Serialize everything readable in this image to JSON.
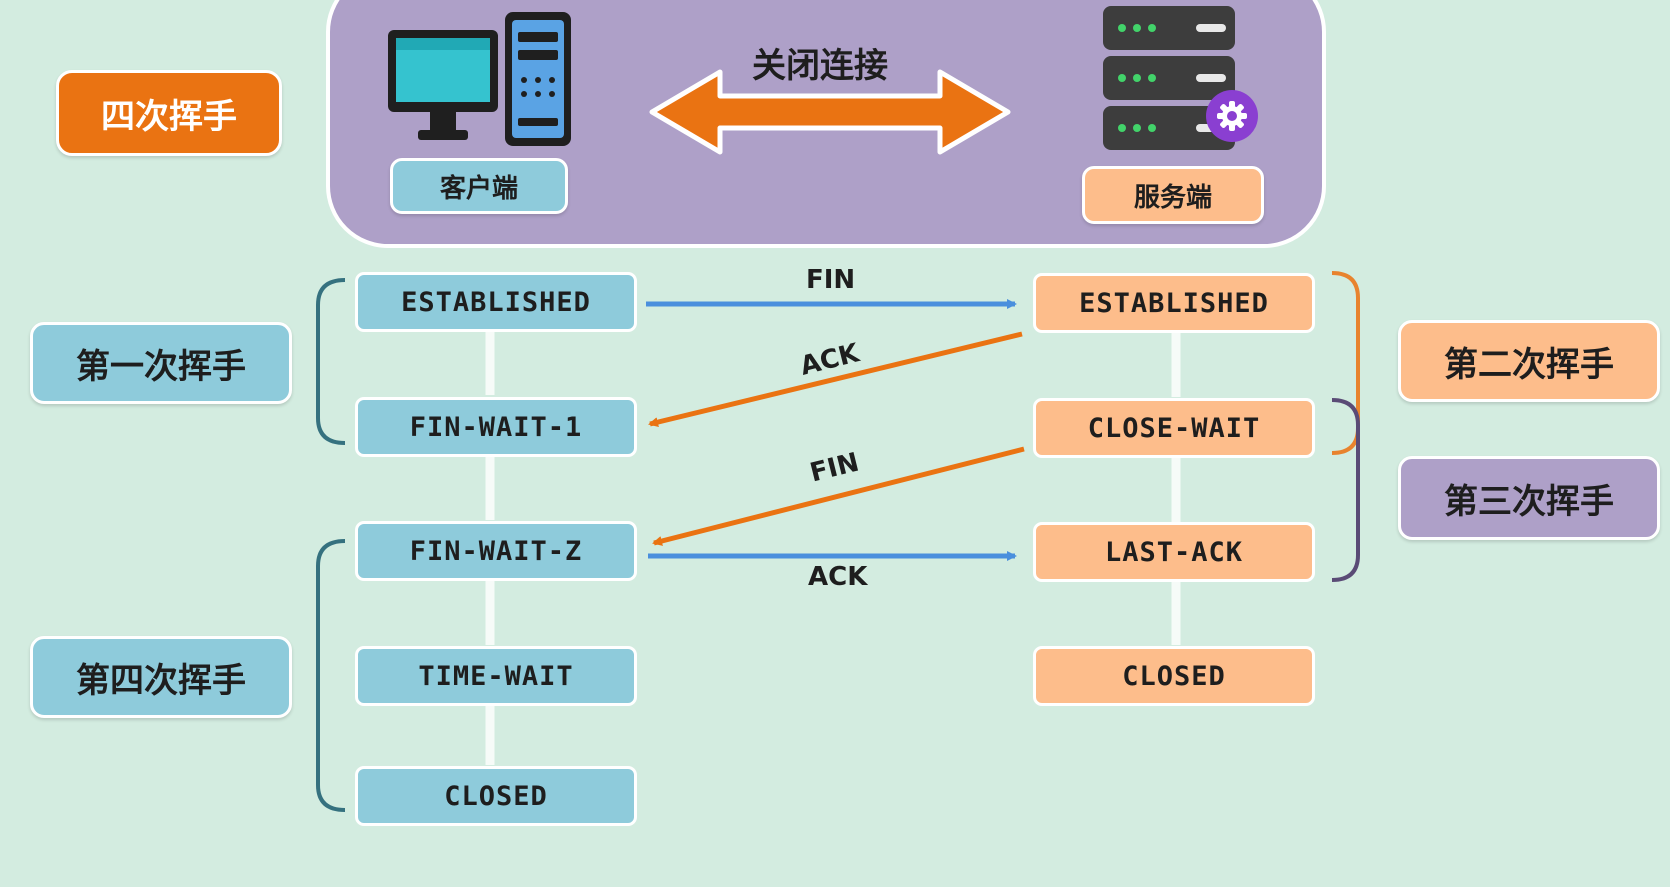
{
  "title": "四次挥手",
  "header": {
    "close_label": "关闭连接",
    "client_label": "客户端",
    "server_label": "服务端"
  },
  "phases": {
    "first": "第一次挥手",
    "second": "第二次挥手",
    "third": "第三次挥手",
    "fourth": "第四次挥手"
  },
  "client_states": [
    "ESTABLISHED",
    "FIN-WAIT-1",
    "FIN-WAIT-Z",
    "TIME-WAIT",
    "CLOSED"
  ],
  "server_states": [
    "ESTABLISHED",
    "CLOSE-WAIT",
    "LAST-ACK",
    "CLOSED"
  ],
  "messages": {
    "m1": "FIN",
    "m2": "ACK",
    "m3": "FIN",
    "m4": "ACK"
  },
  "colors": {
    "background": "#d3ece0",
    "client": "#8ecbdb",
    "server": "#fdbd8b",
    "banner": "#aea0c8",
    "title_tag": "#ea7312",
    "client_to_server_arrow": "#4a8fdd",
    "server_to_client_arrow": "#ea7312"
  },
  "icons": [
    "computer-icon",
    "server-rack-icon",
    "gear-icon",
    "double-arrow-icon"
  ]
}
